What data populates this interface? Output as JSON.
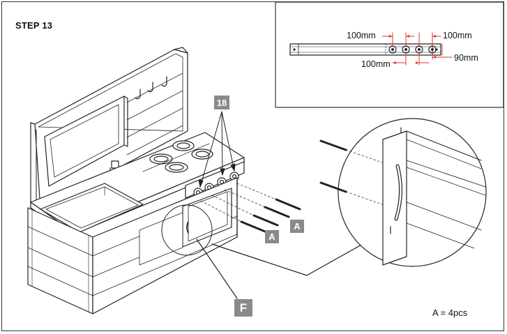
{
  "step": {
    "title": "STEP 13"
  },
  "detail_box": {
    "dimensions": [
      "100mm",
      "100mm",
      "100mm",
      "90mm"
    ]
  },
  "callouts": {
    "screw_count_badge": "18",
    "screw_label_a1": "A",
    "screw_label_a2": "A",
    "handle_label": "F"
  },
  "quantity_note": "A = 4pcs",
  "colors": {
    "line": "#222222",
    "dimension_red": "#e0322b",
    "label_grey": "#8a8a8a"
  }
}
